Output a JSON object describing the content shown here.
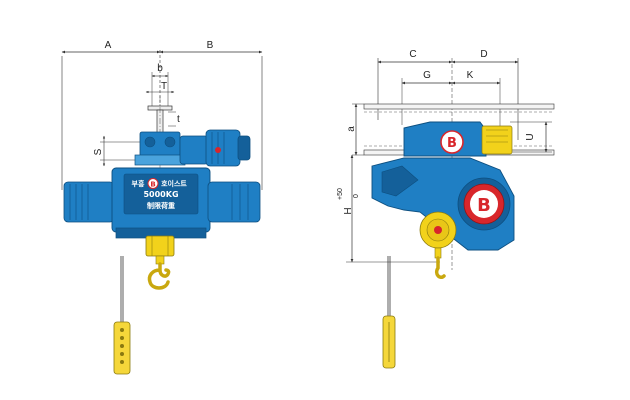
{
  "colors": {
    "body_blue": "#1f7fc4",
    "body_dark": "#14609a",
    "body_light": "#4aa3dd",
    "hook_yellow": "#f2d21b",
    "pendant_yellow": "#f5d73a",
    "logo_red": "#d8262b",
    "dim_line": "#333333"
  },
  "front_view": {
    "dims": {
      "A": "A",
      "B": "B",
      "b": "b",
      "T": "T",
      "t": "t",
      "S": "S"
    },
    "nameplate": {
      "line1_left": "부흥",
      "logo_letter": "B",
      "line1_right": "호이스트",
      "capacity": "5000KG",
      "rated_load": "制限荷重"
    }
  },
  "side_view": {
    "dims": {
      "C": "C",
      "D": "D",
      "G": "G",
      "K": "K",
      "a": "a",
      "U": "U",
      "H": "H",
      "h_plus": "+50",
      "h_zero": "0"
    },
    "logo_letter": "B",
    "logo_letter_2": "B"
  }
}
